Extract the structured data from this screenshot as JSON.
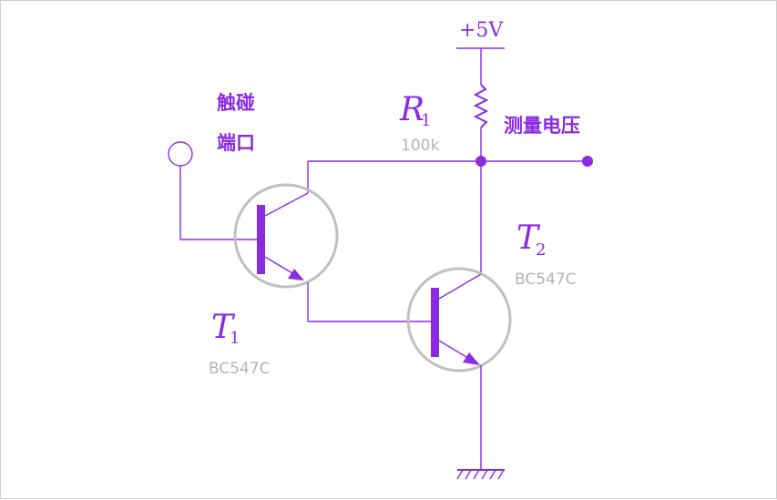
{
  "supply": {
    "label": "+5V"
  },
  "touch_port": {
    "line1": "触碰",
    "line2": "端口"
  },
  "measure": {
    "label": "测量电压"
  },
  "r1": {
    "symbol": "R",
    "subscript": "1",
    "value": "100k"
  },
  "t1": {
    "symbol": "T",
    "subscript": "1",
    "model": "BC547C"
  },
  "t2": {
    "symbol": "T",
    "subscript": "2",
    "model": "BC547C"
  },
  "colors": {
    "wire": "#8a2be2",
    "transistor_body": "#c0c0c0",
    "value_text": "#b4b4b4"
  }
}
